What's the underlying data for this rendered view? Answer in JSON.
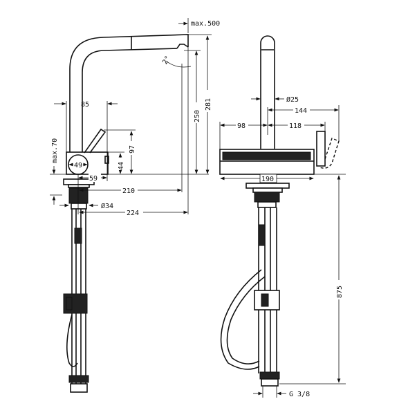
{
  "side_view": {
    "labels": {
      "max_500": "max.500",
      "angle": "2°",
      "d85": "85",
      "d250": "250",
      "d281": "281",
      "max_70": "max.70",
      "d97": "97",
      "d44": "44",
      "d49": "49",
      "d59": "59",
      "d210": "210",
      "dia34": "Ø34",
      "d224": "224"
    }
  },
  "front_view": {
    "labels": {
      "dia25": "Ø25",
      "d144": "144",
      "d98": "98",
      "d118": "118",
      "d190": "190",
      "d875": "875",
      "thread": "G 3/8"
    }
  }
}
